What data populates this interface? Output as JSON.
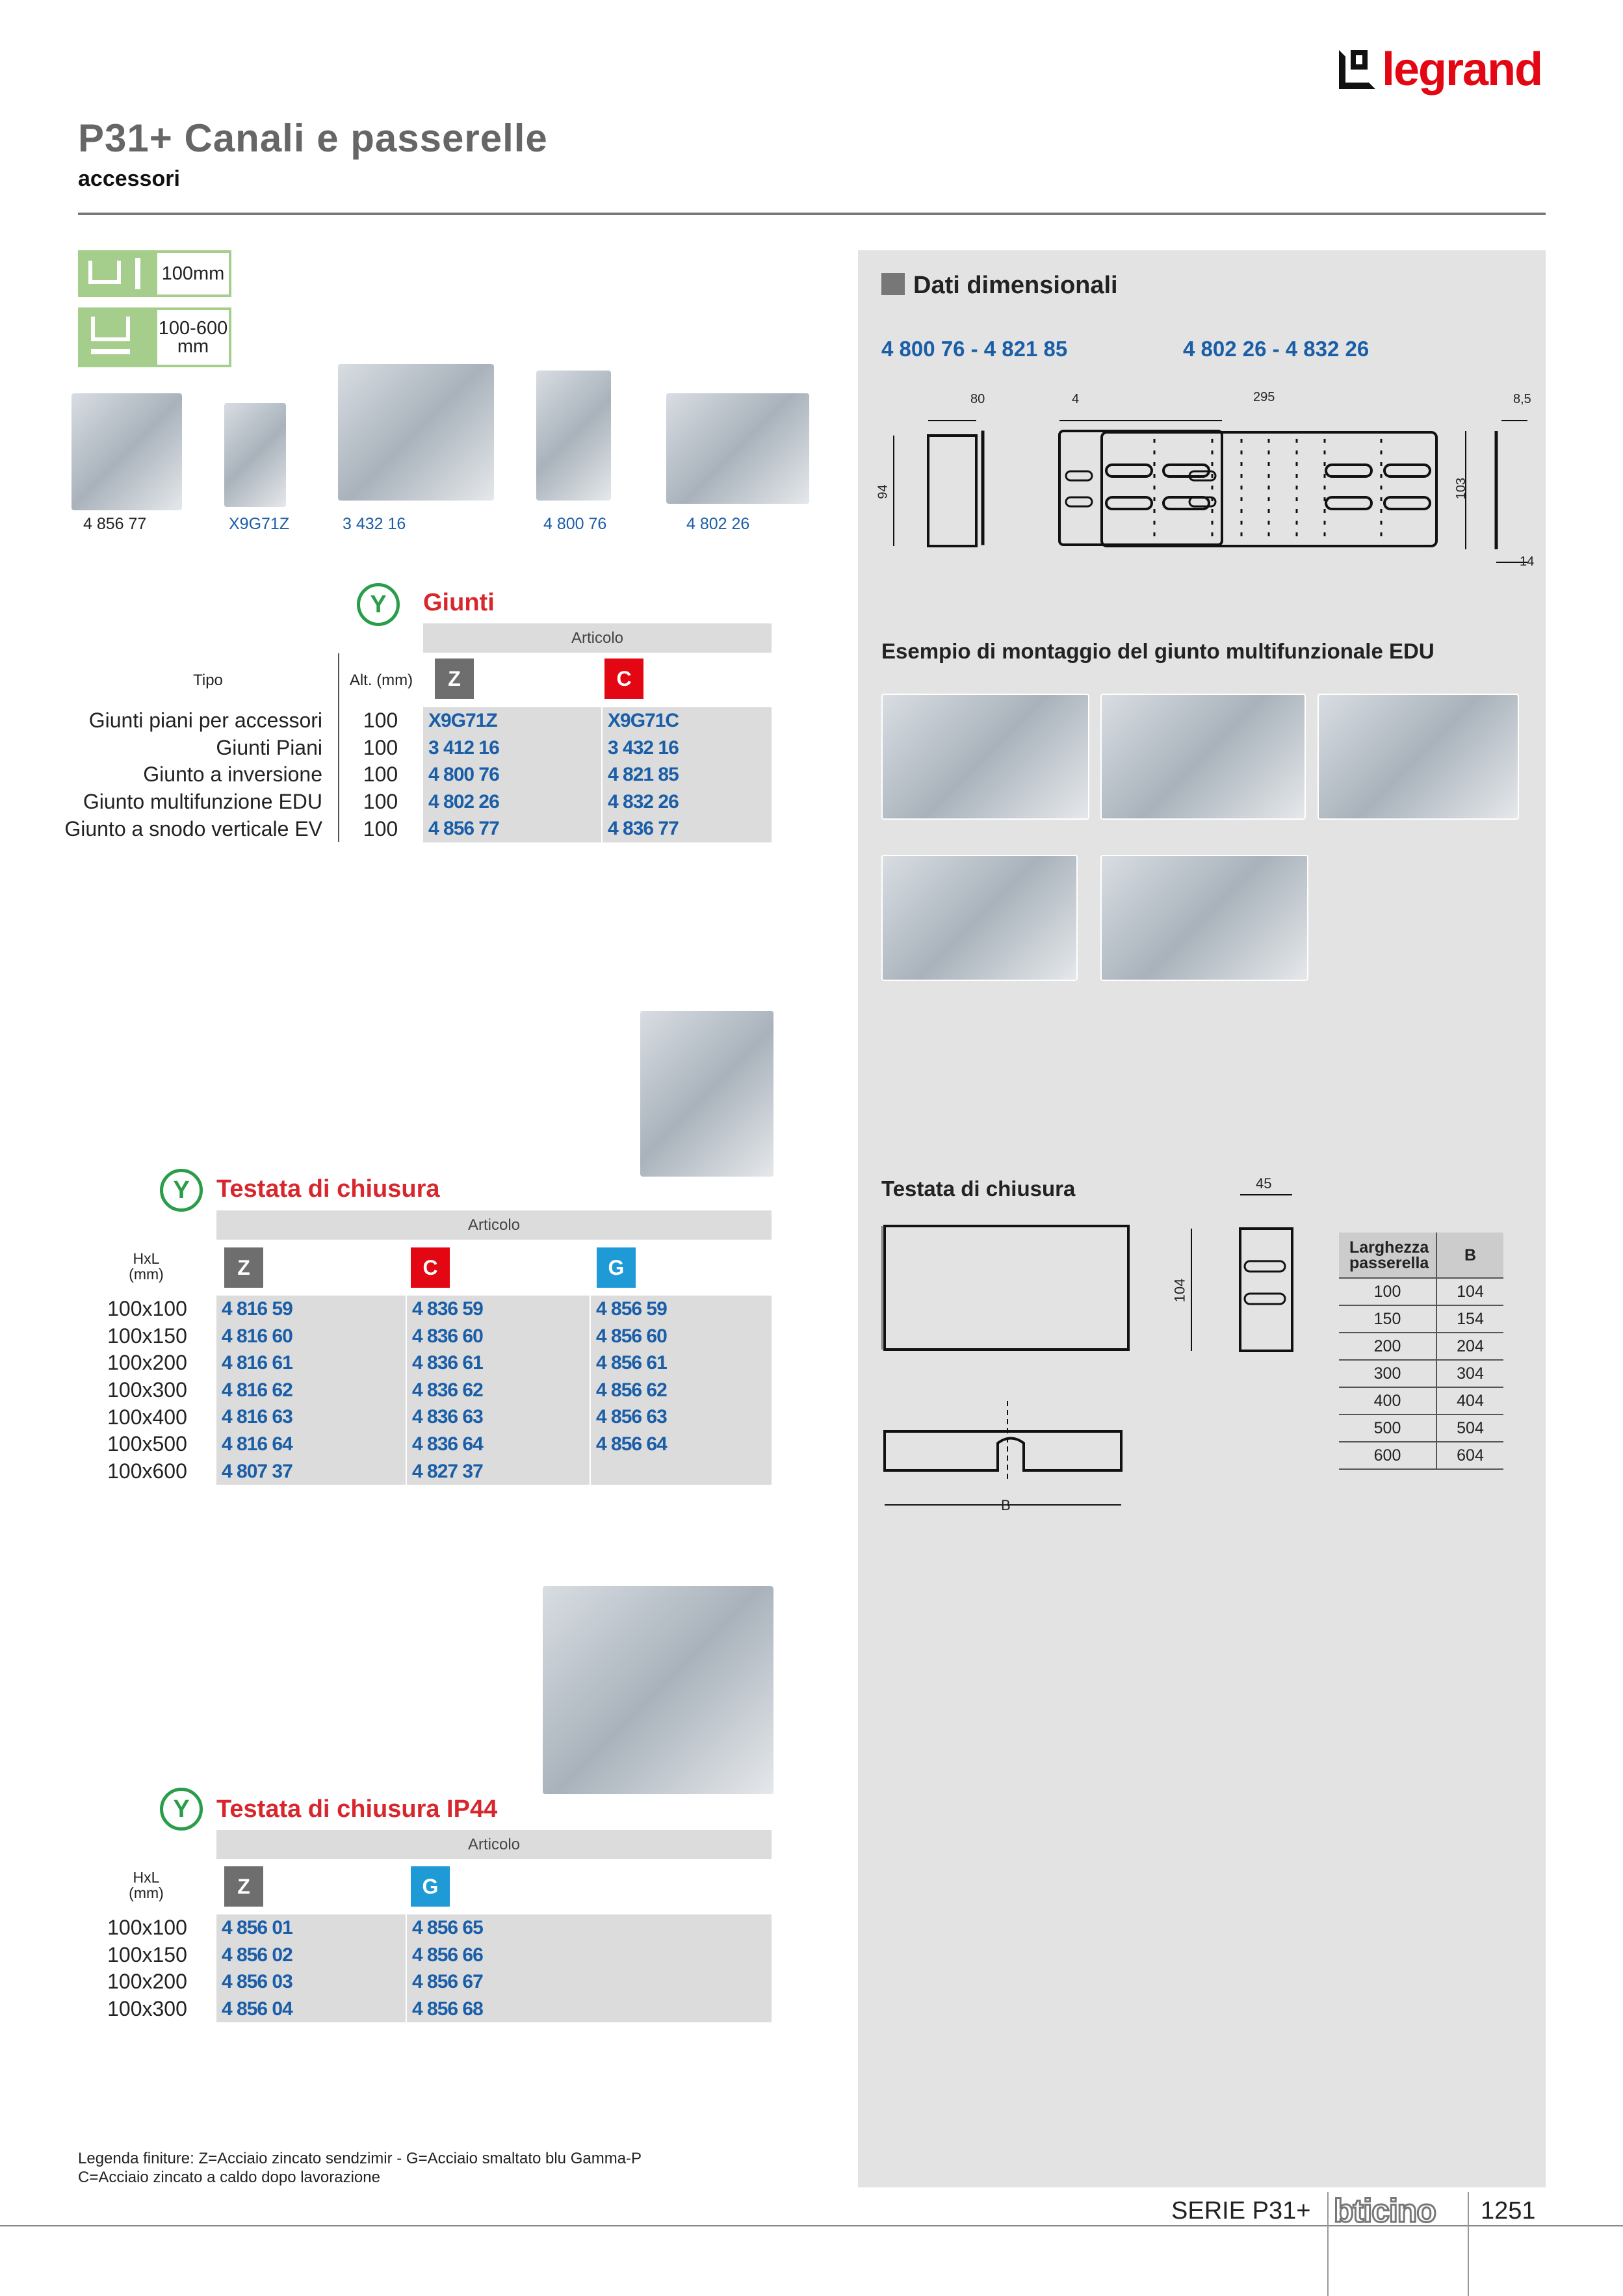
{
  "brand": "legrand",
  "brand2": "bticino",
  "header": {
    "title": "P31+  Canali e passerelle",
    "subtitle": "accessori"
  },
  "badges": {
    "height": "100mm",
    "width": "100-600\nmm"
  },
  "products": [
    "4 856 77",
    "X9G71Z",
    "3 432 16",
    "4 800 76",
    "4 802 26"
  ],
  "giunti": {
    "title": "Giunti",
    "articolo": "Articolo",
    "tipo": "Tipo",
    "alt": "Alt. (mm)",
    "finishes": [
      "Z",
      "C"
    ],
    "rows": [
      {
        "tipo": "Giunti piani per accessori",
        "alt": "100",
        "z": "X9G71Z",
        "c": "X9G71C"
      },
      {
        "tipo": "Giunti Piani",
        "alt": "100",
        "z": "3 412 16",
        "c": "3 432 16"
      },
      {
        "tipo": "Giunto a inversione",
        "alt": "100",
        "z": "4 800 76",
        "c": "4 821 85"
      },
      {
        "tipo": "Giunto multifunzione EDU",
        "alt": "100",
        "z": "4 802 26",
        "c": "4 832 26"
      },
      {
        "tipo": "Giunto a snodo verticale EV",
        "alt": "100",
        "z": "4 856 77",
        "c": "4 836 77"
      }
    ]
  },
  "testata": {
    "title": "Testata di chiusura",
    "articolo": "Articolo",
    "hxl": "HxL\n(mm)",
    "finishes": [
      "Z",
      "C",
      "G"
    ],
    "rows": [
      {
        "hxl": "100x100",
        "z": "4 816 59",
        "c": "4 836 59",
        "g": "4 856 59"
      },
      {
        "hxl": "100x150",
        "z": "4 816 60",
        "c": "4 836 60",
        "g": "4 856 60"
      },
      {
        "hxl": "100x200",
        "z": "4 816 61",
        "c": "4 836 61",
        "g": "4 856 61"
      },
      {
        "hxl": "100x300",
        "z": "4 816 62",
        "c": "4 836 62",
        "g": "4 856 62"
      },
      {
        "hxl": "100x400",
        "z": "4 816 63",
        "c": "4 836 63",
        "g": "4 856 63"
      },
      {
        "hxl": "100x500",
        "z": "4 816 64",
        "c": "4 836 64",
        "g": "4 856 64"
      },
      {
        "hxl": "100x600",
        "z": "4 807 37",
        "c": "4 827 37",
        "g": ""
      }
    ]
  },
  "ip44": {
    "title": "Testata di chiusura IP44",
    "articolo": "Articolo",
    "hxl": "HxL\n(mm)",
    "finishes": [
      "Z",
      "G"
    ],
    "rows": [
      {
        "hxl": "100x100",
        "z": "4 856 01",
        "g": "4 856 65"
      },
      {
        "hxl": "100x150",
        "z": "4 856 02",
        "g": "4 856 66"
      },
      {
        "hxl": "100x200",
        "z": "4 856 03",
        "g": "4 856 67"
      },
      {
        "hxl": "100x300",
        "z": "4 856 04",
        "g": "4 856 68"
      }
    ]
  },
  "legend": [
    "Legenda finiture: Z=Acciaio zincato sendzimir - G=Acciaio smaltato blu Gamma-P",
    "C=Acciaio zincato a caldo dopo lavorazione"
  ],
  "panel": {
    "title": "Dati dimensionali",
    "codes1": "4 800 76 - 4 821 85",
    "codes2": "4 802 26 - 4 832 26",
    "dims": {
      "a": "80",
      "b": "4",
      "c": "94",
      "d": "295",
      "e": "8,5",
      "f": "103",
      "g": "14"
    },
    "example_title": "Esempio di montaggio del giunto multifunzionale EDU",
    "testata_title": "Testata di chiusura",
    "testata_dims": {
      "w": "45",
      "h": "104",
      "b": "B"
    },
    "table": {
      "h1": "Larghezza passerella",
      "h2": "B",
      "rows": [
        [
          "100",
          "104"
        ],
        [
          "150",
          "154"
        ],
        [
          "200",
          "204"
        ],
        [
          "300",
          "304"
        ],
        [
          "400",
          "404"
        ],
        [
          "500",
          "504"
        ],
        [
          "600",
          "604"
        ]
      ]
    }
  },
  "footer": {
    "serie": "SERIE P31+",
    "page": "1251"
  }
}
